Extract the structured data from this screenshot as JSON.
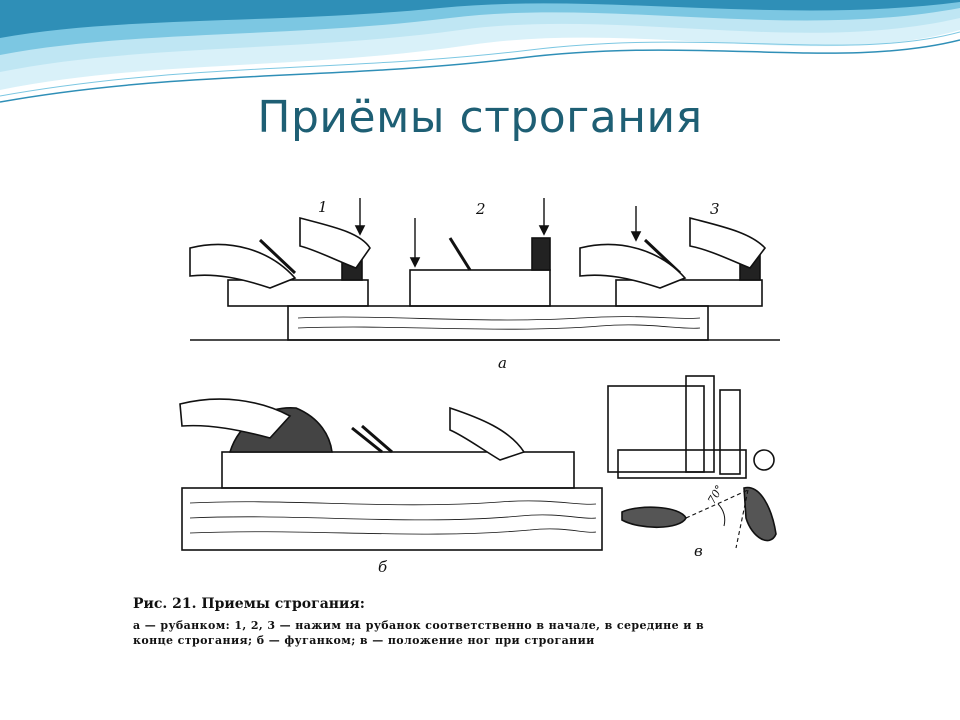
{
  "slide": {
    "title": "Приёмы строгания"
  },
  "figure": {
    "labels": {
      "step1": "1",
      "step2": "2",
      "step3": "3",
      "part_a": "а",
      "part_b": "б",
      "part_v": "в",
      "angle": "70°"
    },
    "caption_title": "Рис. 21. Приемы строгания:",
    "caption_line1": "а — рубанком: 1, 2, 3 — нажим на рубанок соответственно в начале, в середине и в",
    "caption_line2": "конце строгания; б — фуганком; в — положение ног при строгании"
  },
  "colors": {
    "title": "#1e5f74",
    "wave_light": "#bfe6f3",
    "wave_mid": "#7cc7e2",
    "wave_dark": "#2f8fb7",
    "ink": "#111111"
  }
}
